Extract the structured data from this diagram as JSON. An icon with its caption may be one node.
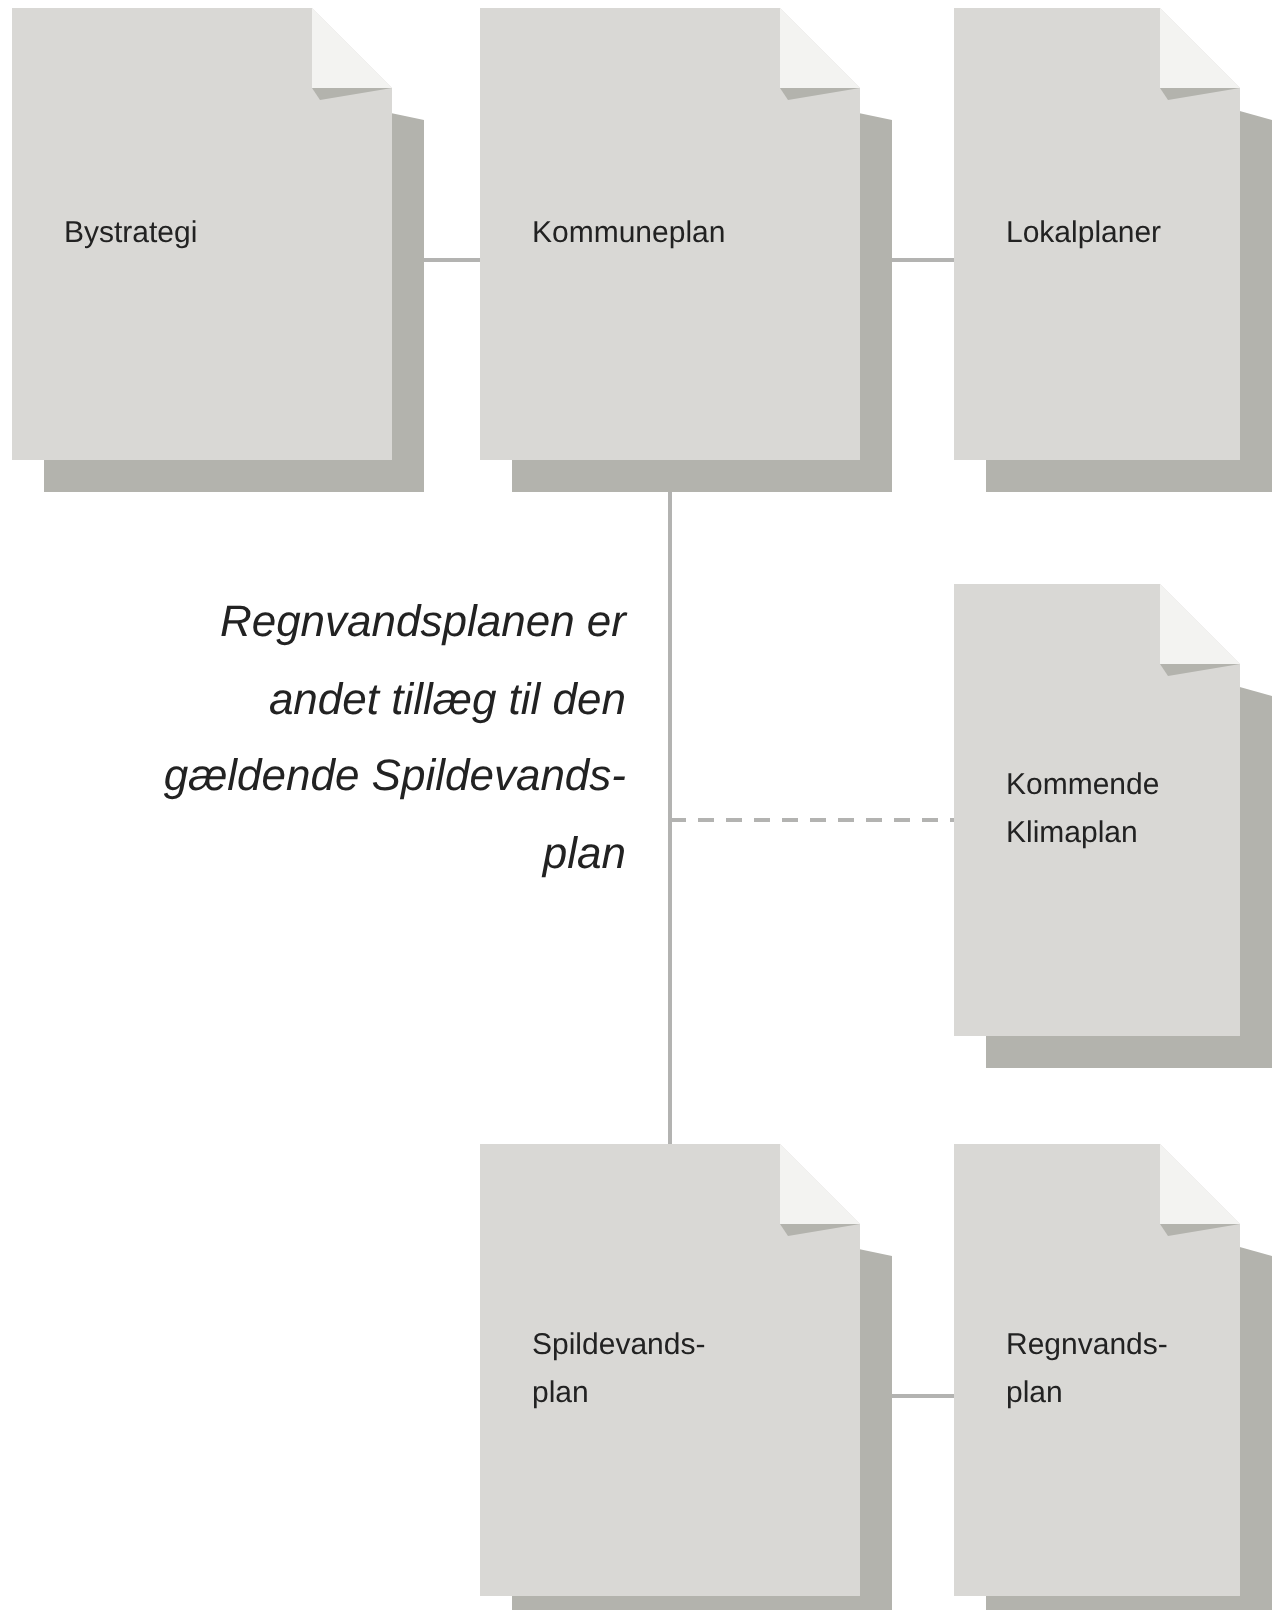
{
  "diagram": {
    "nodes": [
      {
        "text": [
          "Bystrategi"
        ]
      },
      {
        "text": [
          "Kommuneplan"
        ]
      },
      {
        "text": [
          "Lokalplaner"
        ]
      },
      {
        "text": [
          "Kommende Klimaplan"
        ]
      },
      {
        "text": [
          "Spildevands- plan"
        ]
      },
      {
        "text": [
          "Regnvands- plan"
        ]
      }
    ],
    "edges": [
      {
        "from": 0,
        "to": 1,
        "arrow": "none"
      },
      {
        "from": 1,
        "to": 2,
        "arrow": "none"
      },
      {
        "from": 1,
        "to": 4,
        "arrow": "none"
      },
      {
        "from": null,
        "to": 3,
        "arrow": "none",
        "style": "dashed"
      },
      {
        "from": 4,
        "to": 5,
        "arrow": "none"
      }
    ],
    "labels": [
      "Regnvandsplanen er andet tillæg til den gældende Spildevands- plan"
    ]
  }
}
